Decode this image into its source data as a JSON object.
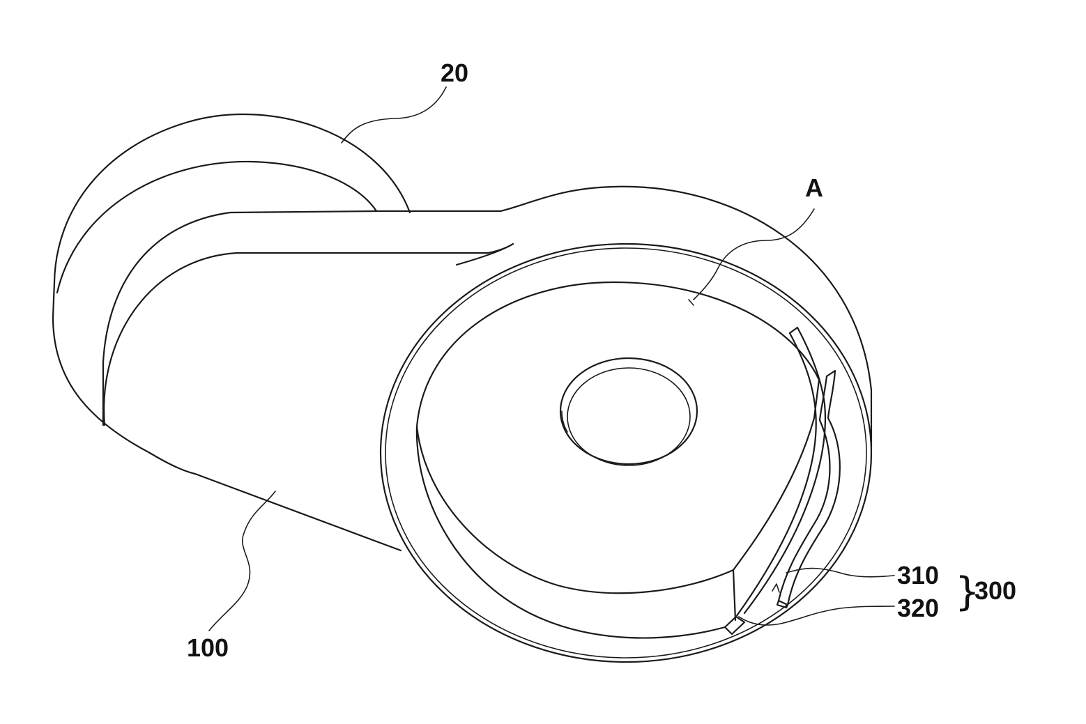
{
  "labels": {
    "part_20": "20",
    "part_A": "A",
    "part_100": "100",
    "part_310": "310",
    "part_320": "320",
    "part_300": "300",
    "brace": "}"
  },
  "colors": {
    "line": "#1a1a1a",
    "background": "#ffffff"
  }
}
